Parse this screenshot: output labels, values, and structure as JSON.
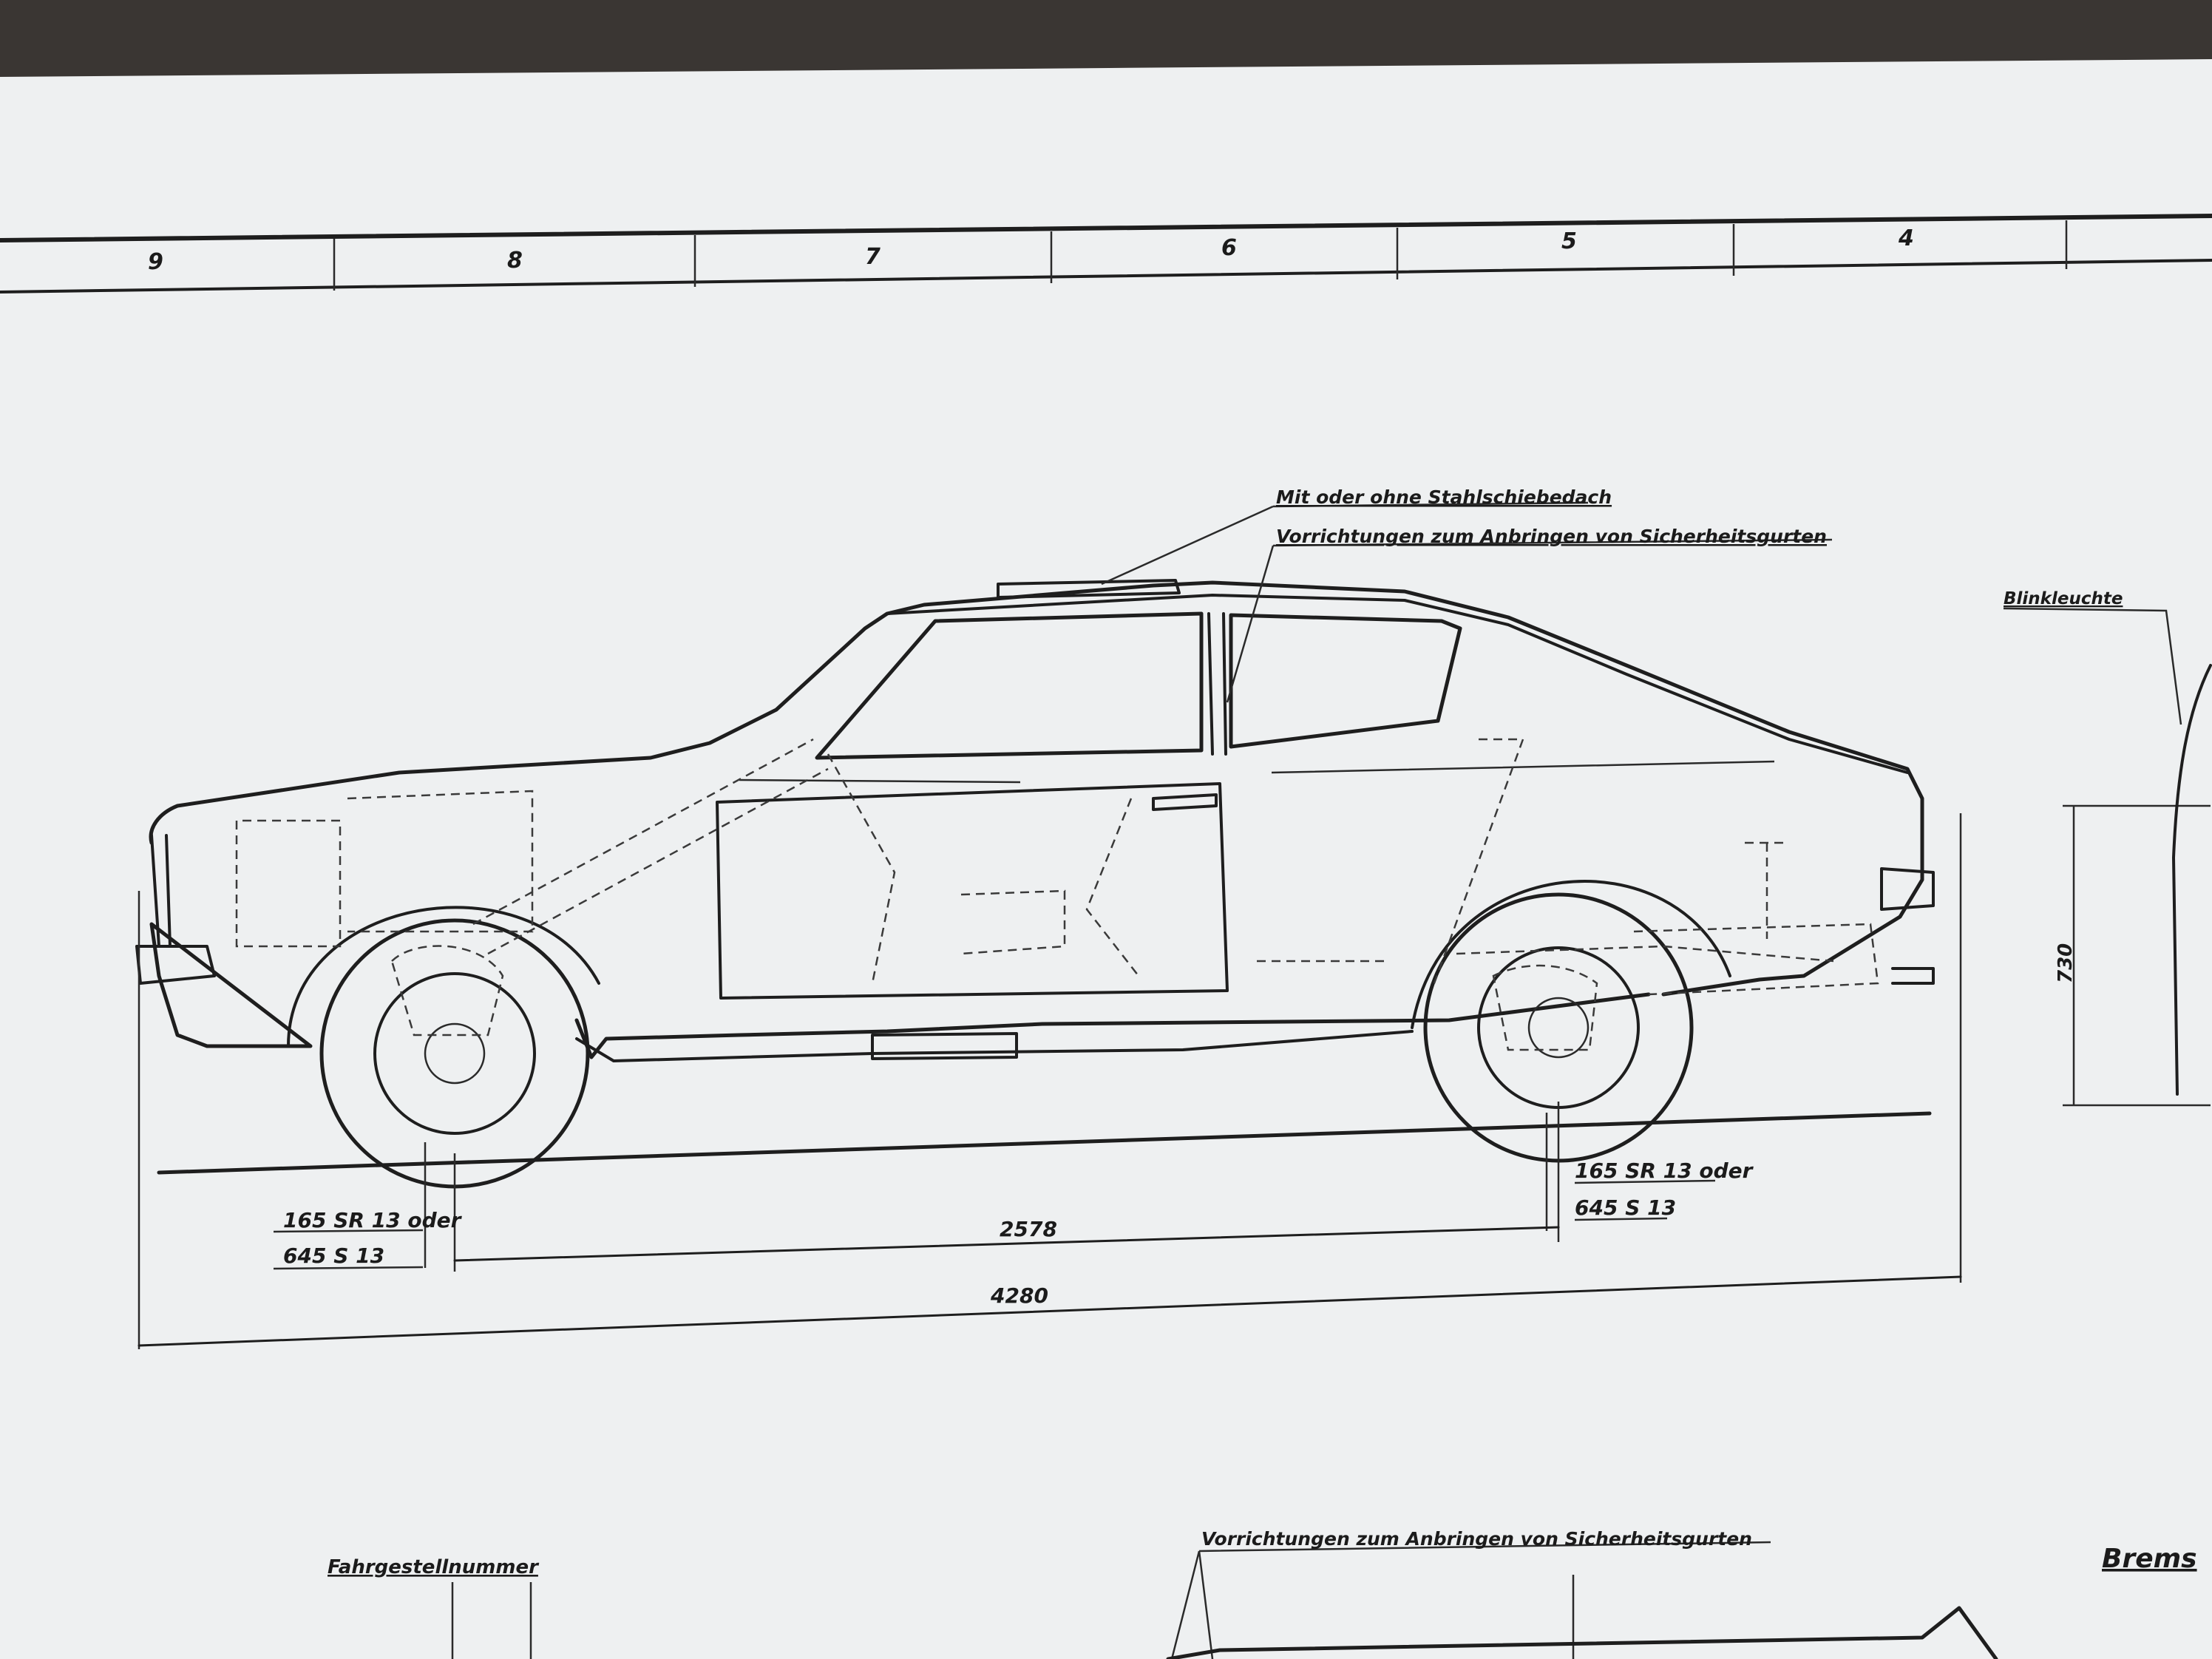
{
  "colors": {
    "table_background": "#3a3633",
    "paper": "#eef0f1",
    "ink": "#1e1e1e"
  },
  "grid_ruler": {
    "cells": [
      "9",
      "8",
      "7",
      "6",
      "5",
      "4"
    ]
  },
  "annotations": {
    "sunroof": "Mit oder ohne Stahlschiebedach",
    "seatbelt_mounts": "Vorrichtungen zum Anbringen von Sicherheitsgurten",
    "indicator": "Blinkleuchte"
  },
  "front_tyre": {
    "line1": "165 SR 13 oder",
    "line2": "645 S 13"
  },
  "rear_tyre": {
    "line1": "165 SR 13 oder",
    "line2": "645 S 13"
  },
  "dimensions": {
    "wheelbase": "2578",
    "overall_length": "4280",
    "height_rear_view": "730"
  },
  "lower_section": {
    "chassis_number": "Fahrgestellnummer",
    "seatbelt_mounts": "Vorrichtungen zum Anbringen von Sicherheitsgurten",
    "brake_partial": "Brems"
  }
}
